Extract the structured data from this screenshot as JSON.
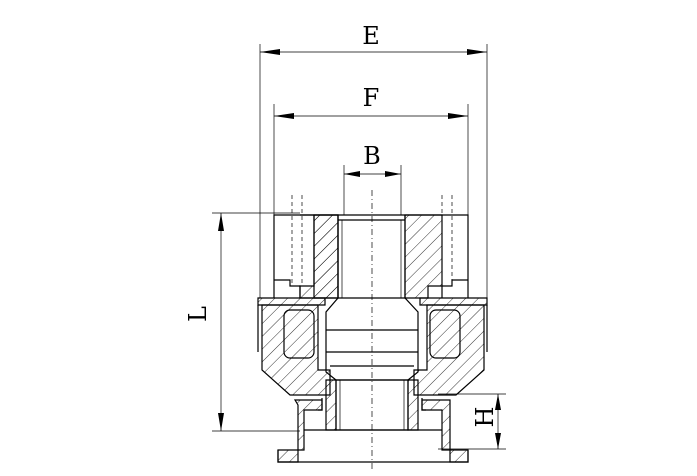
{
  "dimensions": {
    "E": "E",
    "F": "F",
    "B": "B",
    "L": "L",
    "H": "H"
  }
}
